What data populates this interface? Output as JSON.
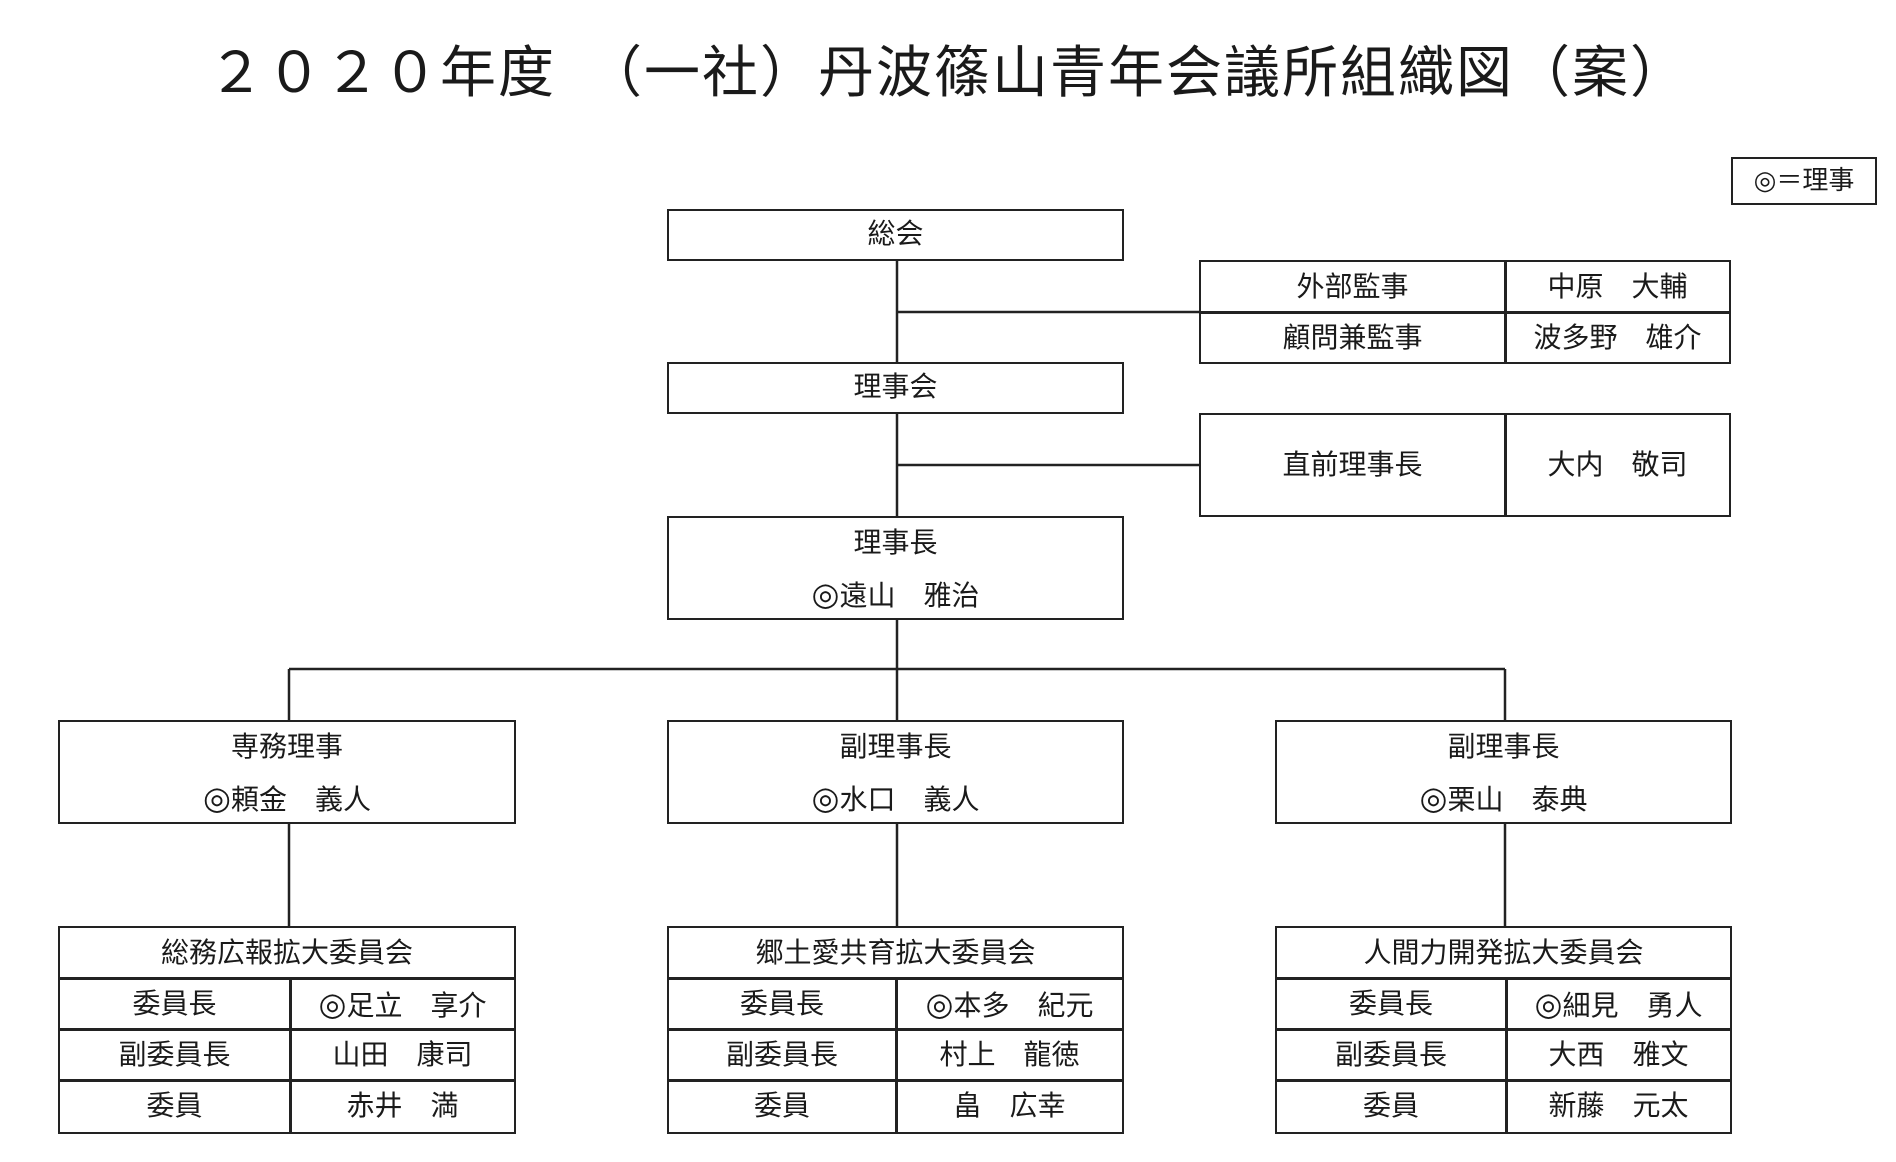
{
  "title": "２０２０年度　（一社）丹波篠山青年会議所組織図（案）",
  "legend": "◎＝理事",
  "general_meeting": "総会",
  "auditors": [
    {
      "role": "外部監事",
      "name": "中原　大輔"
    },
    {
      "role": "顧問兼監事",
      "name": "波多野　雄介"
    }
  ],
  "board": "理事会",
  "past_president": {
    "role": "直前理事長",
    "name": "大内　敬司"
  },
  "president": {
    "role": "理事長",
    "mark": "◎",
    "name": "遠山　雅治"
  },
  "officers": [
    {
      "role": "専務理事",
      "mark": "◎",
      "name": "頼金　義人"
    },
    {
      "role": "副理事長",
      "mark": "◎",
      "name": "水口　義人"
    },
    {
      "role": "副理事長",
      "mark": "◎",
      "name": "栗山　泰典"
    }
  ],
  "committees": [
    {
      "name": "総務広報拡大委員会",
      "rows": [
        {
          "role": "委員長",
          "mark": "◎",
          "member": "足立　享介"
        },
        {
          "role": "副委員長",
          "mark": "",
          "member": "山田　康司"
        },
        {
          "role": "委員",
          "mark": "",
          "member": "赤井　満"
        }
      ]
    },
    {
      "name": "郷土愛共育拡大委員会",
      "rows": [
        {
          "role": "委員長",
          "mark": "◎",
          "member": "本多　紀元"
        },
        {
          "role": "副委員長",
          "mark": "",
          "member": "村上　龍徳"
        },
        {
          "role": "委員",
          "mark": "",
          "member": "畠　広幸"
        }
      ]
    },
    {
      "name": "人間力開発拡大委員会",
      "rows": [
        {
          "role": "委員長",
          "mark": "◎",
          "member": "細見　勇人"
        },
        {
          "role": "副委員長",
          "mark": "",
          "member": "大西　雅文"
        },
        {
          "role": "委員",
          "mark": "",
          "member": "新藤　元太"
        }
      ]
    }
  ]
}
